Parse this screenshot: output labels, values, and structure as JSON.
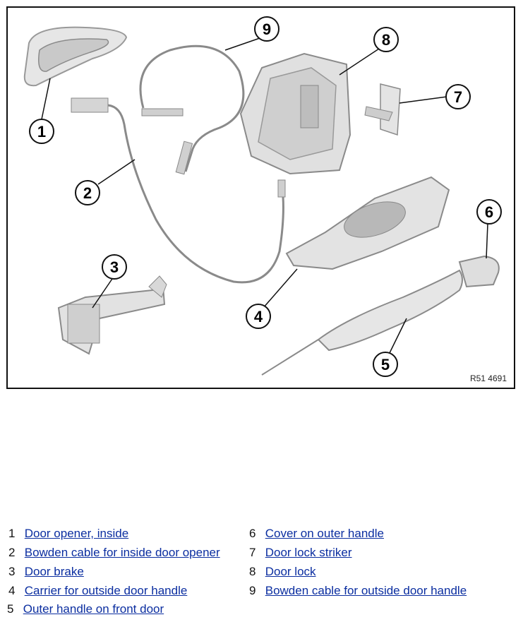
{
  "figure": {
    "reference": "R51 4691",
    "callouts": [
      "1",
      "2",
      "3",
      "4",
      "5",
      "6",
      "7",
      "8",
      "9"
    ]
  },
  "legend": [
    {
      "num": "1",
      "label": "Door opener, inside"
    },
    {
      "num": "2",
      "label": "Bowden cable for inside door opener"
    },
    {
      "num": "3",
      "label": "Door brake"
    },
    {
      "num": "4",
      "label": "Carrier for outside door handle"
    },
    {
      "num": "5",
      "label": "Outer handle on front door"
    },
    {
      "num": "6",
      "label": "Cover on outer handle"
    },
    {
      "num": "7",
      "label": "Door lock striker"
    },
    {
      "num": "8",
      "label": "Door lock"
    },
    {
      "num": "9",
      "label": "Bowden cable for outside door handle"
    }
  ],
  "colors": {
    "link": "#0b2ea0",
    "part_fill": "#e2e2e2",
    "part_stroke": "#8a8a8a"
  }
}
